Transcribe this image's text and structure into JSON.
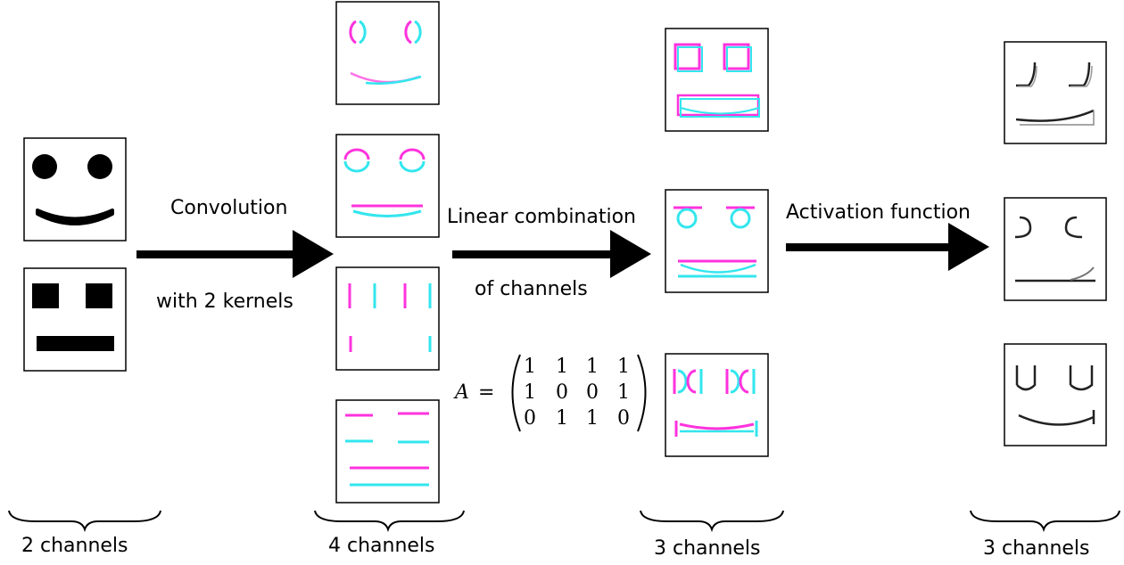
{
  "arrows": {
    "convolution": {
      "line1": "Convolution",
      "line2": "with 2 kernels"
    },
    "linear": {
      "line1": "Linear combination",
      "line2": "of channels"
    },
    "activation": {
      "line1": "Activation function"
    }
  },
  "matrix": {
    "symbol": "A",
    "equals": "=",
    "rows": [
      [
        "1",
        "1",
        "1",
        "1"
      ],
      [
        "1",
        "0",
        "0",
        "1"
      ],
      [
        "0",
        "1",
        "1",
        "0"
      ]
    ]
  },
  "captions": [
    "2 channels",
    "4 channels",
    "3 channels",
    "3 channels"
  ],
  "colors": {
    "magenta": "#ff33dd",
    "cyan": "#33e6ee",
    "black": "#000000",
    "gray": "#555555"
  }
}
